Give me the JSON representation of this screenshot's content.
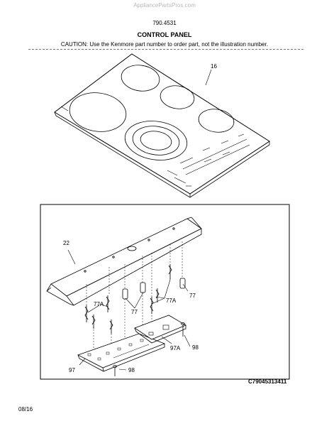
{
  "header": {
    "watermark": "AppliancePartsPros.com",
    "model": "790.4531",
    "section_title": "CONTROL PANEL",
    "caution": "CAUTION: Use the Kenmore part number to order part, not the illustration number."
  },
  "callouts": {
    "c16": "16",
    "c22": "22",
    "c77_right": "77",
    "c77a_left": "77A",
    "c77_mid": "77",
    "c77a_right": "77A",
    "c97a": "97A",
    "c98_right": "98",
    "c97": "97",
    "c98_bottom": "98"
  },
  "footer": {
    "ref_code": "C79045313411",
    "date": "08/16"
  }
}
